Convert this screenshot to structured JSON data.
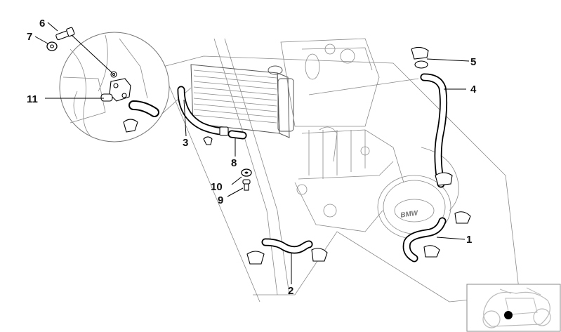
{
  "diagram": {
    "callouts": [
      {
        "id": "c1",
        "text": "1"
      },
      {
        "id": "c2",
        "text": "2"
      },
      {
        "id": "c3",
        "text": "3"
      },
      {
        "id": "c4",
        "text": "4"
      },
      {
        "id": "c5",
        "text": "5"
      },
      {
        "id": "c6",
        "text": "6"
      },
      {
        "id": "c7",
        "text": "7"
      },
      {
        "id": "c8",
        "text": "8"
      },
      {
        "id": "c9",
        "text": "9"
      },
      {
        "id": "c10",
        "text": "10"
      },
      {
        "id": "c11",
        "text": "11"
      }
    ],
    "engine_cover_logo": "BMW"
  },
  "colors": {
    "line": "#000000",
    "sketch": "#8a8a8a",
    "inset_marker": "#000000"
  },
  "icons": [
    "motorcycle-locator-icon"
  ]
}
